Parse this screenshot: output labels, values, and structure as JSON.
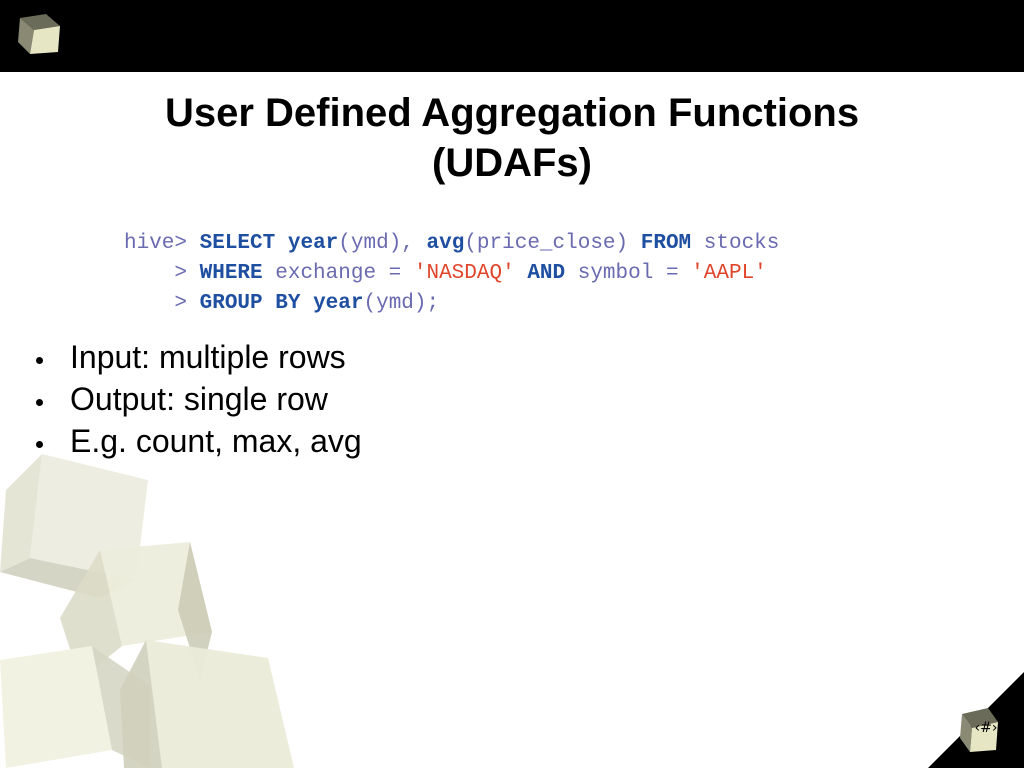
{
  "slide": {
    "title_line1": "User Defined Aggregation Functions",
    "title_line2": "(UDAFs)",
    "slide_number": "‹#›"
  },
  "code": {
    "line1": {
      "prompt": "hive> ",
      "select": "SELECT",
      "sp1": " ",
      "year_fn": "year",
      "arg1": "(ymd), ",
      "avg_fn": "avg",
      "arg2": "(price_close) ",
      "from": "FROM",
      "table": " stocks"
    },
    "line2": {
      "prompt": "    > ",
      "where": "WHERE",
      "col1": " exchange = ",
      "val1": "'NASDAQ'",
      "sp": " ",
      "and": "AND",
      "col2": " symbol = ",
      "val2": "'AAPL'"
    },
    "line3": {
      "prompt": "    > ",
      "group_by": "GROUP BY",
      "sp": " ",
      "year_fn": "year",
      "arg": "(ymd);"
    }
  },
  "bullets": [
    "Input: multiple rows",
    "Output: single row",
    "E.g. count, max, avg"
  ],
  "colors": {
    "keyword": "#1f4fa0",
    "string": "#e0442a",
    "identifier": "#6a6ab0",
    "bar": "#000000",
    "cube": "#f0f0dc"
  }
}
